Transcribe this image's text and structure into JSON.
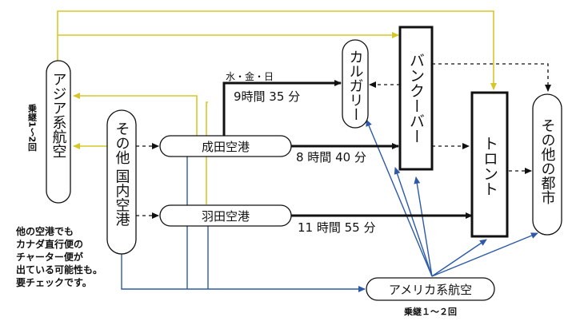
{
  "nodes": {
    "asia_airlines": "アジア系航空",
    "asia_transfer": "乗継1〜2回",
    "other_domestic": "その他 国内空港",
    "narita": "成田空港",
    "haneda": "羽田空港",
    "calgary": "カルガリー",
    "vancouver": "バンクーバー",
    "toronto": "トロント",
    "other_cities": "その他の都市",
    "american_airlines": "アメリカ系航空",
    "american_transfer": "乗継１～２回"
  },
  "routes": {
    "calgary_days": "水・金・日",
    "calgary_time": "9時間 35 分",
    "vancouver_time": "8 時間 40 分",
    "toronto_time": "11 時間 55 分"
  },
  "note": {
    "lines": [
      "他の空港でも",
      "カナダ直行便の",
      "チャーター便が",
      "出ている可能性も。",
      "要チェックです。"
    ]
  },
  "colors": {
    "yellow_route": "#d7c62a",
    "blue_route": "#2d5aa6",
    "black_route": "#111111"
  }
}
